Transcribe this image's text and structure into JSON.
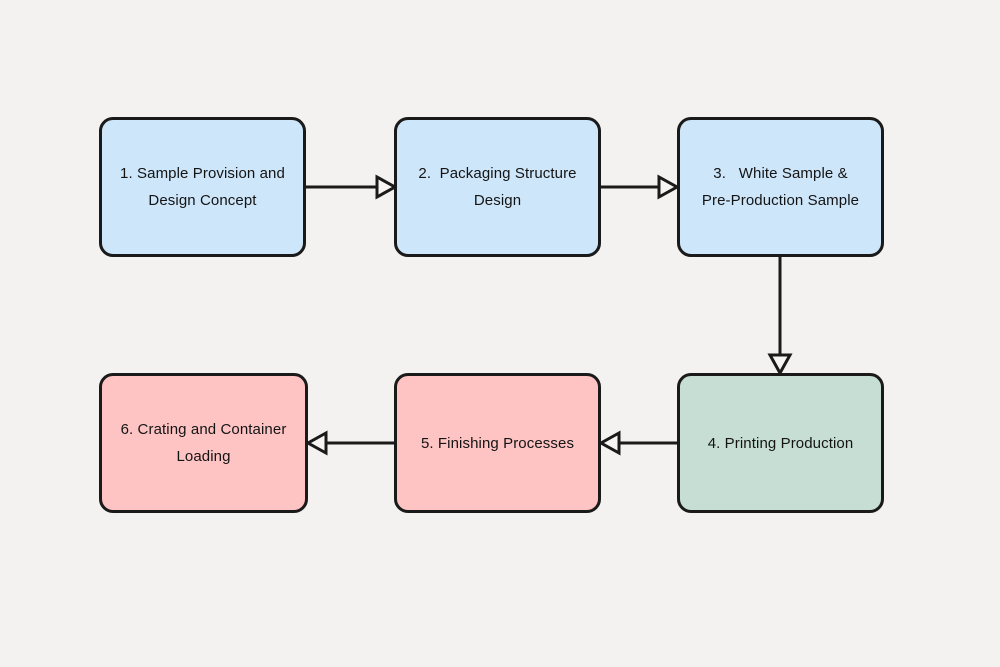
{
  "diagram": {
    "type": "flowchart",
    "background_color": "#f3f2f1",
    "node_border_color": "#1a1a1a",
    "arrow_color": "#1a1a1a",
    "arrowhead_style": "hollow-triangle",
    "node_colors": {
      "blue": "#cee6fa",
      "green": "#c6ded3",
      "pink": "#fec3c3"
    },
    "nodes": [
      {
        "id": "1",
        "label": "1. Sample Provision and\nDesign Concept",
        "fill": "#cee6fa",
        "row": "top"
      },
      {
        "id": "2",
        "label": "2.  Packaging Structure\nDesign",
        "fill": "#cee6fa",
        "row": "top"
      },
      {
        "id": "3",
        "label": "3.   White Sample &\nPre-Production Sample",
        "fill": "#cee6fa",
        "row": "top"
      },
      {
        "id": "4",
        "label": "4. Printing Production",
        "fill": "#c6ded3",
        "row": "bottom"
      },
      {
        "id": "5",
        "label": "5. Finishing Processes",
        "fill": "#fec3c3",
        "row": "bottom"
      },
      {
        "id": "6",
        "label": "6. Crating and Container\nLoading",
        "fill": "#fec3c3",
        "row": "bottom"
      }
    ],
    "edges": [
      {
        "from": "1",
        "to": "2",
        "direction": "right",
        "arrowhead": "hollow-triangle"
      },
      {
        "from": "2",
        "to": "3",
        "direction": "right",
        "arrowhead": "hollow-triangle"
      },
      {
        "from": "3",
        "to": "4",
        "direction": "down",
        "arrowhead": "hollow-triangle"
      },
      {
        "from": "4",
        "to": "5",
        "direction": "left",
        "arrowhead": "hollow-triangle"
      },
      {
        "from": "5",
        "to": "6",
        "direction": "left",
        "arrowhead": "hollow-triangle"
      }
    ]
  }
}
